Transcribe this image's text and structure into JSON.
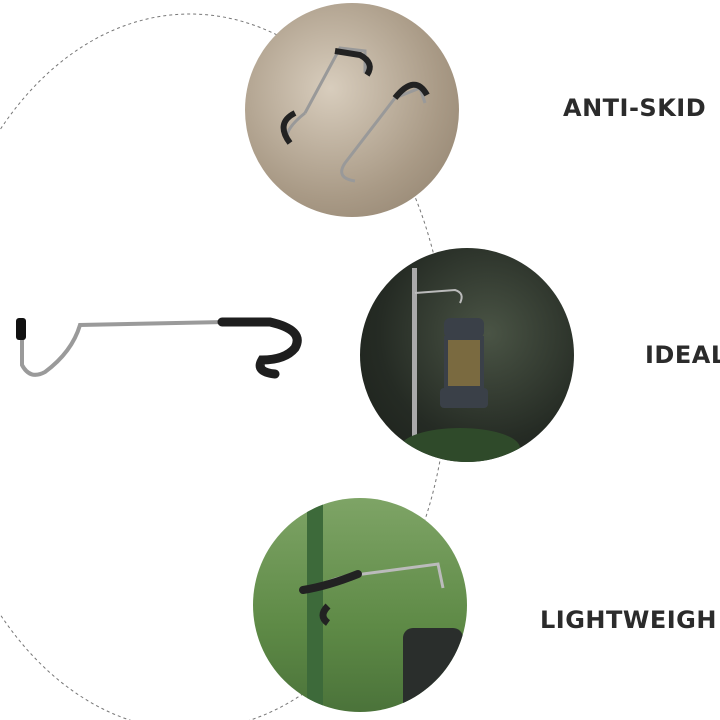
{
  "features": [
    {
      "label": "ANTI-SKID",
      "icon": "hooks-on-rock-photo"
    },
    {
      "label": "IDEAL",
      "icon": "lantern-on-pole-photo"
    },
    {
      "label": "LIGHTWEIGH",
      "icon": "hook-on-pole-photo"
    }
  ],
  "product": {
    "icon": "lamp-hook-product"
  },
  "colors": {
    "text": "#2b2b2b",
    "rock": "#b9ab97",
    "forest": "#2a3128",
    "grass": "#5e8a46"
  }
}
